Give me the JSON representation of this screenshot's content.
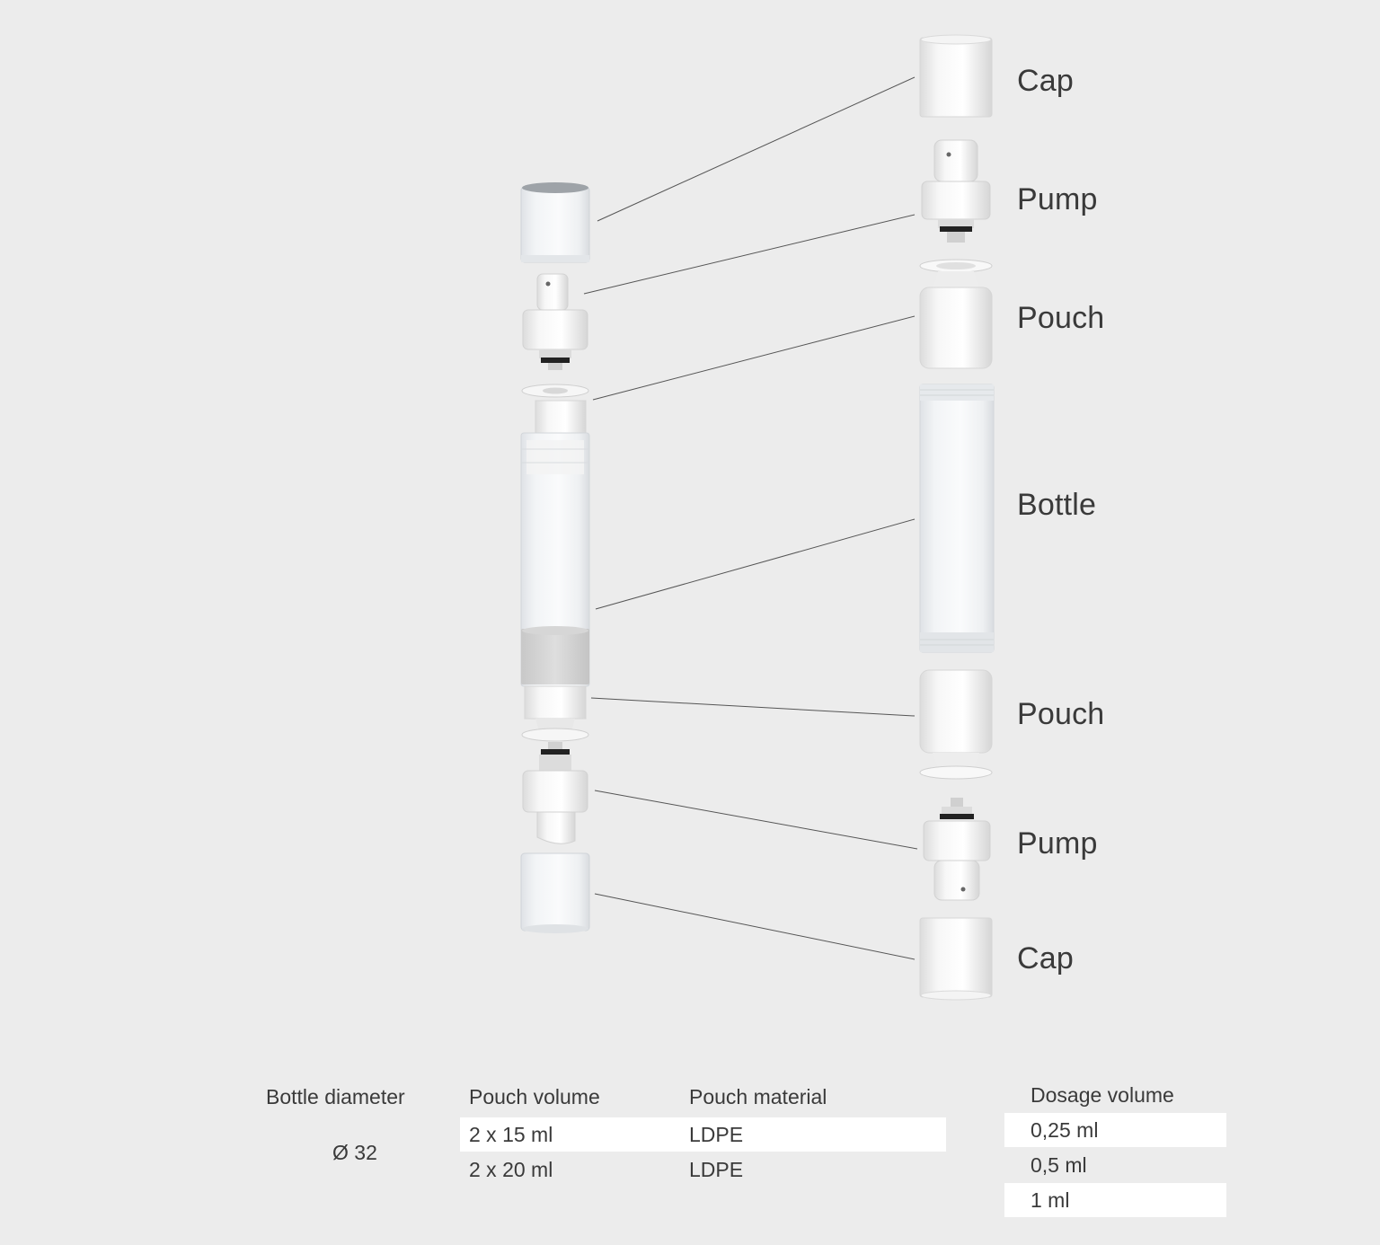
{
  "labels": {
    "cap_top": "Cap",
    "pump_top": "Pump",
    "pouch_top": "Pouch",
    "bottle": "Bottle",
    "pouch_bottom": "Pouch",
    "pump_bottom": "Pump",
    "cap_bottom": "Cap"
  },
  "specs": {
    "bottle_diameter": {
      "header": "Bottle diameter",
      "value": "Ø 32"
    },
    "pouch_volume": {
      "header": "Pouch volume",
      "values": [
        "2 x 15 ml",
        "2 x 20 ml"
      ]
    },
    "pouch_material": {
      "header": "Pouch material",
      "values": [
        "LDPE",
        "LDPE"
      ]
    },
    "dosage_volume": {
      "header": "Dosage volume",
      "values": [
        "0,25 ml",
        "0,5 ml",
        "1 ml"
      ]
    }
  },
  "colors": {
    "background": "#ececec",
    "row_highlight": "#ffffff",
    "text": "#3a3a3a",
    "leader_line": "#555555"
  }
}
